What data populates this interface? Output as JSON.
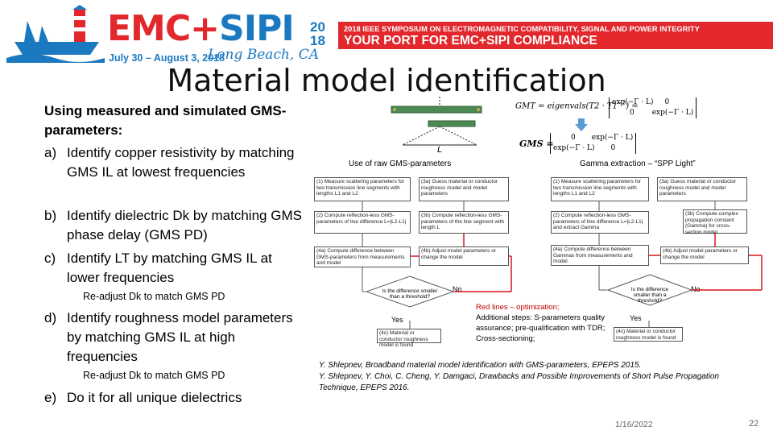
{
  "banner": {
    "emc": "EMC",
    "plus": "+",
    "sipi": "SIPI",
    "year_top": "20",
    "year_bottom": "18",
    "dates": "July 30 – August 3, 2018",
    "city": "Long Beach, CA",
    "symposium": "2018 IEEE SYMPOSIUM ON ELECTROMAGNETIC COMPATIBILITY, SIGNAL AND POWER INTEGRITY",
    "tagline": "YOUR PORT FOR EMC+SIPI COMPLIANCE"
  },
  "slide": {
    "title": "Material model identification",
    "heading": "Using measured and simulated GMS-parameters:",
    "items": [
      {
        "label": "a)",
        "text": "Identify copper resistivity by matching GMS IL at lowest frequencies"
      },
      {
        "label": "b)",
        "text": "Identify dielectric Dk by matching GMS phase delay (GMS PD)"
      },
      {
        "label": "c)",
        "text": "Identify LT by matching GMS IL at lower frequencies"
      },
      {
        "label": "d)",
        "text": "Identify roughness model parameters by matching GMS IL at high frequencies"
      },
      {
        "label": "e)",
        "text": "Do it for all unique dielectrics"
      }
    ],
    "sub_c": "Re-adjust Dk to match GMS PD",
    "sub_d": "Re-adjust Dk to match GMS PD",
    "caption_left": "Use of raw GMS-parameters",
    "caption_right": "Gamma extraction – “SPP Light”",
    "length_label": "L",
    "eq1_left": "GMT = eigenvals(T2 · T1",
    "eq1_exp": "−1",
    "eq1_right": ") =",
    "eq2_left": "GMS =",
    "mat1_a": "exp(−Γ · L)",
    "mat1_b": "0",
    "mat1_c": "0",
    "mat1_d": "exp(−Γ · L)",
    "mat2_a": "0",
    "mat2_b": "exp(−Γ · L)",
    "mat2_c": "exp(−Γ · L)",
    "mat2_d": "0",
    "flow_left": {
      "b1": "(1) Measure scattering parameters for two transmission line segments with lengths L1 and L2",
      "b2": "(2) Compute reflection-less GMS-parameters of line difference L=|L2-L1|",
      "b3": "(3a) Guess material or conductor roughness model and model parameters",
      "b4": "(3b) Compute reflection-less GMS-parameters of the line segment with length L",
      "b5": "(4a) Compute difference between GMS-parameters from measurements and model",
      "b6": "(4b) Adjust model parameters or change the model",
      "diamond": "Is the difference smaller than a threshold?",
      "no": "No",
      "yes": "Yes",
      "b7": "(4c) Material or conductor roughness model is found"
    },
    "flow_right": {
      "b1": "(1) Measure scattering parameters for two transmission line segments with lengths L1 and L2",
      "b2": "(2) Compute reflection-less GMS-parameters of line difference L=|L2-L1| and extract Gamma",
      "b3": "(3a) Guess material or conductor roughness model and model parameters",
      "b4": "(3b) Compute complex propagation constant (Gamma) for cross-section model",
      "b5": "(4a) Compute difference between Gammas from measurements and model",
      "b6": "(4b) Adjust model parameters or change the model",
      "diamond": "Is the difference smaller than a threshold?",
      "no": "No",
      "yes": "Yes",
      "b7": "(4c) Material or conductor roughness model is found"
    },
    "note_lines": [
      "Red lines – optimization;",
      "Additional steps: S-parameters quality",
      "assurance; pre-qualification with TDR;",
      "Cross-sectioning;"
    ],
    "references": [
      "Y. Shlepnev, Broadband material model identification with GMS-parameters, EPEPS 2015.",
      "Y. Shlepnev, Y. Choi, C. Cheng, Y. Damgaci, Drawbacks and Possible Improvements of Short Pulse Propagation",
      "Technique, EPEPS 2016."
    ],
    "date": "1/16/2022",
    "page": "22"
  },
  "colors": {
    "red": "#e2282d",
    "blue": "#1b79c0"
  }
}
